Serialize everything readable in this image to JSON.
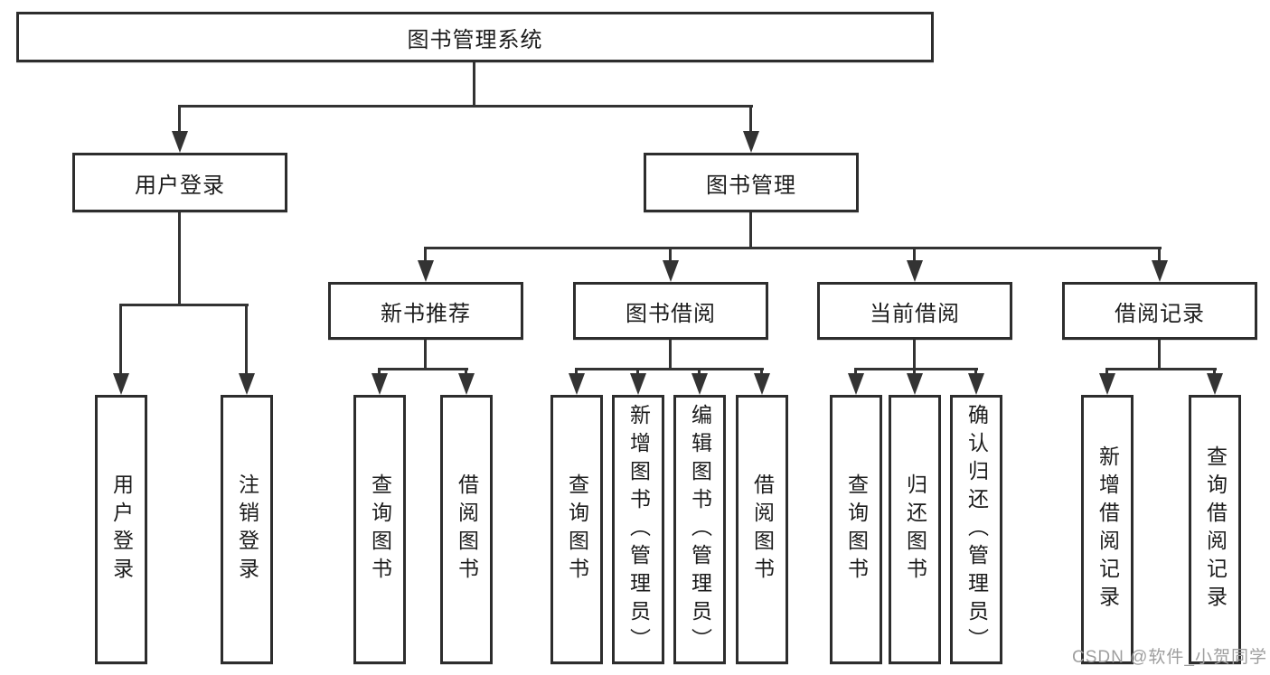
{
  "diagram": {
    "title": "图书管理系统",
    "level2": {
      "user_login": "用户登录",
      "book_management": "图书管理"
    },
    "level3": {
      "new_book_recommend": "新书推荐",
      "book_borrow": "图书借阅",
      "current_borrow": "当前借阅",
      "borrow_records": "借阅记录"
    },
    "leaves": {
      "user_login": "用户登录",
      "logout": "注销登录",
      "nb_query_book": "查询图书",
      "nb_borrow_book": "借阅图书",
      "bb_query_book": "查询图书",
      "bb_add_book": "新增图书（管理员）",
      "bb_edit_book": "编辑图书（管理员）",
      "bb_borrow_book": "借阅图书",
      "cb_query_book": "查询图书",
      "cb_return_book": "归还图书",
      "cb_confirm_return": "确认归还（管理员）",
      "br_add_record": "新增借阅记录",
      "br_query_record": "查询借阅记录"
    }
  },
  "watermark": "CSDN @软件_小贺同学",
  "colors": {
    "background": "#ffffff",
    "line": "#333333",
    "box_border": "#2d2d2d",
    "text": "#1c1c1c",
    "watermark": "#9e9e9e"
  }
}
